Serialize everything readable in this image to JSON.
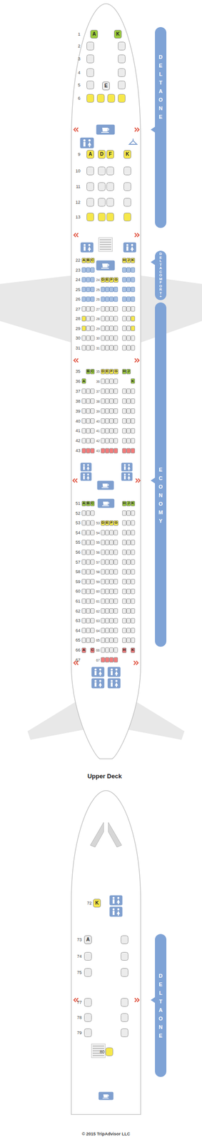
{
  "diagram": {
    "nodes": [
      {
        "text": [
          "A"
        ]
      },
      {
        "text": [
          "K"
        ]
      },
      {
        "text": [
          "DELTA ONE"
        ]
      },
      {
        "text": [
          "E"
        ]
      },
      {
        "text": [
          "A"
        ]
      },
      {
        "text": [
          "D"
        ]
      },
      {
        "text": [
          "F"
        ]
      },
      {
        "text": [
          "K"
        ]
      },
      {
        "text": [
          "DELTA COMFORT+"
        ]
      },
      {
        "text": [
          "A"
        ]
      },
      {
        "text": [
          "B"
        ]
      },
      {
        "text": [
          "C"
        ]
      },
      {
        "text": [
          "H"
        ]
      },
      {
        "text": [
          "J"
        ]
      },
      {
        "text": [
          "K"
        ]
      },
      {
        "text": [
          "D"
        ]
      },
      {
        "text": [
          "E"
        ]
      },
      {
        "text": [
          "F"
        ]
      },
      {
        "text": [
          "G"
        ]
      },
      {
        "text": [
          "ECONOMY"
        ]
      },
      {
        "text": [
          "B"
        ]
      },
      {
        "text": [
          "C"
        ]
      },
      {
        "text": [
          "D"
        ]
      },
      {
        "text": [
          "E"
        ]
      },
      {
        "text": [
          "F"
        ]
      },
      {
        "text": [
          "G"
        ]
      },
      {
        "text": [
          "H"
        ]
      },
      {
        "text": [
          "J"
        ]
      },
      {
        "text": [
          "A"
        ]
      },
      {
        "text": [
          "K"
        ]
      },
      {
        "text": [
          "A"
        ]
      },
      {
        "text": [
          "B"
        ]
      },
      {
        "text": [
          "C"
        ]
      },
      {
        "text": [
          "H"
        ]
      },
      {
        "text": [
          "J"
        ]
      },
      {
        "text": [
          "K"
        ]
      },
      {
        "text": [
          "D"
        ]
      },
      {
        "text": [
          "E"
        ]
      },
      {
        "text": [
          "F"
        ]
      },
      {
        "text": [
          "G"
        ]
      },
      {
        "text": [
          "A"
        ]
      },
      {
        "text": [
          "C"
        ]
      },
      {
        "text": [
          "H"
        ]
      },
      {
        "text": [
          "K"
        ]
      },
      {
        "text": [
          "K"
        ]
      },
      {
        "text": [
          "DELTA ONE"
        ]
      },
      {
        "text": [
          "A"
        ]
      }
    ],
    "labels": [
      "1",
      "2",
      "3",
      "4",
      "5",
      "6",
      "9",
      "10",
      "11",
      "12",
      "13",
      "22",
      "23",
      "24",
      "25",
      "26",
      "27",
      "28",
      "29",
      "30",
      "31",
      "24",
      "25",
      "26",
      "27",
      "28",
      "29",
      "30",
      "31",
      "35",
      "36",
      "37",
      "38",
      "39",
      "40",
      "41",
      "42",
      "43",
      "35",
      "36",
      "37",
      "38",
      "39",
      "40",
      "41",
      "42",
      "43",
      "51",
      "52",
      "53",
      "54",
      "55",
      "56",
      "57",
      "58",
      "59",
      "60",
      "61",
      "62",
      "63",
      "64",
      "65",
      "66",
      "67",
      "53",
      "54",
      "55",
      "56",
      "57",
      "58",
      "59",
      "60",
      "61",
      "62",
      "63",
      "64",
      "65",
      "66",
      "67",
      "Upper Deck",
      "72",
      "73",
      "74",
      "75",
      "77",
      "78",
      "79",
      "80",
      "© 2015 TripAdvisor LLC"
    ]
  }
}
